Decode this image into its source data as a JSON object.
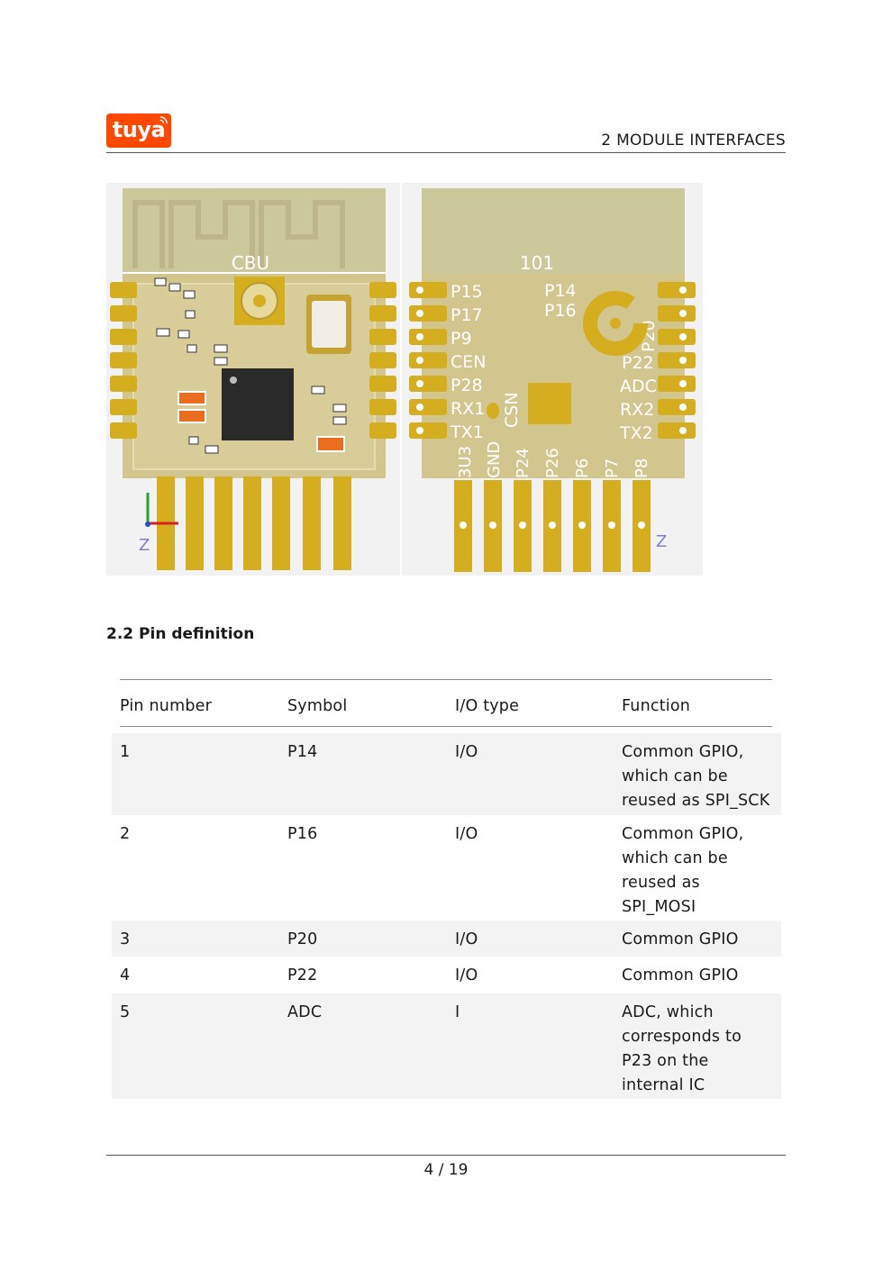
{
  "header": {
    "logo_text": "tuya",
    "section_title": "2   MODULE INTERFACES"
  },
  "figure": {
    "left_label": "CBU",
    "right_label": "101",
    "left_pins": [
      "P15",
      "P17",
      "P9",
      "CEN",
      "P28",
      "RX1",
      "TX1"
    ],
    "top_right_pins": [
      "P14",
      "P16"
    ],
    "right_pins": [
      "P20",
      "P22",
      "ADC",
      "RX2",
      "TX2"
    ],
    "bottom_pins": [
      "3U3",
      "GND",
      "P24",
      "P26",
      "P6",
      "P7",
      "P8"
    ],
    "mid_label": "CSN",
    "axis_label_left": "Z",
    "axis_label_right": "Z",
    "colors": {
      "board": "#d3c58e",
      "pad": "#d4ae1e",
      "chip": "#2a2a2a"
    }
  },
  "section": {
    "heading": "2.2  Pin definition"
  },
  "table": {
    "headers": [
      "Pin number",
      "Symbol",
      "I/O type",
      "Function"
    ],
    "rows": [
      {
        "pin": "1",
        "symbol": "P14",
        "io": "I/O",
        "func_lines": [
          "Common GPIO,",
          "which can be",
          "reused as SPI_SCK"
        ]
      },
      {
        "pin": "2",
        "symbol": "P16",
        "io": "I/O",
        "func_lines": [
          "Common GPIO,",
          "which can be",
          "reused as",
          "SPI_MOSI"
        ]
      },
      {
        "pin": "3",
        "symbol": "P20",
        "io": "I/O",
        "func_lines": [
          "Common GPIO"
        ]
      },
      {
        "pin": "4",
        "symbol": "P22",
        "io": "I/O",
        "func_lines": [
          "Common GPIO"
        ]
      },
      {
        "pin": "5",
        "symbol": "ADC",
        "io": "I",
        "func_lines": [
          "ADC, which",
          "corresponds to",
          "P23 on the",
          "internal IC"
        ]
      }
    ]
  },
  "footer": {
    "page": "4 / 19"
  }
}
